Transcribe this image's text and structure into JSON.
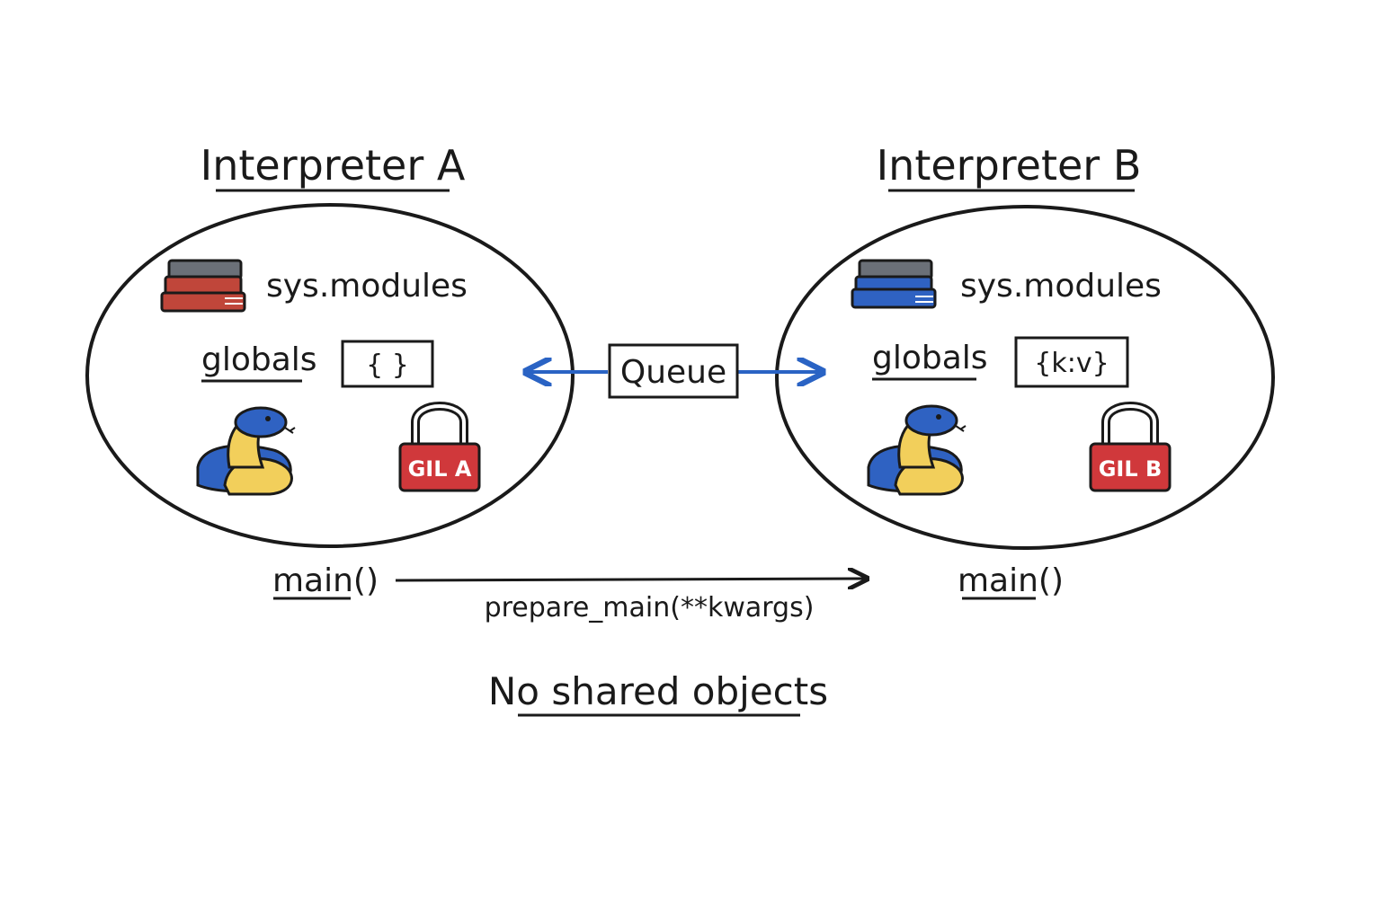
{
  "interpreters": [
    {
      "title": "Interpreter A",
      "modules_label": "sys.modules",
      "globals_label": "globals",
      "globals_value": "{ }",
      "gil_label": "GIL A",
      "main_label": "main()",
      "books_color": "#c0463a"
    },
    {
      "title": "Interpreter B",
      "modules_label": "sys.modules",
      "globals_label": "globals",
      "globals_value": "{k:v}",
      "gil_label": "GIL B",
      "main_label": "main()",
      "books_color": "#2f62c2"
    }
  ],
  "queue": {
    "label": "Queue",
    "arrow_color": "#2a63c4"
  },
  "call": {
    "label": "prepare_main(**kwargs)"
  },
  "caption": "No shared objects",
  "colors": {
    "lock": "#d0383b",
    "python_blue": "#2f62c2",
    "python_yellow": "#f2cf5b",
    "ink": "#1a1a1a"
  }
}
